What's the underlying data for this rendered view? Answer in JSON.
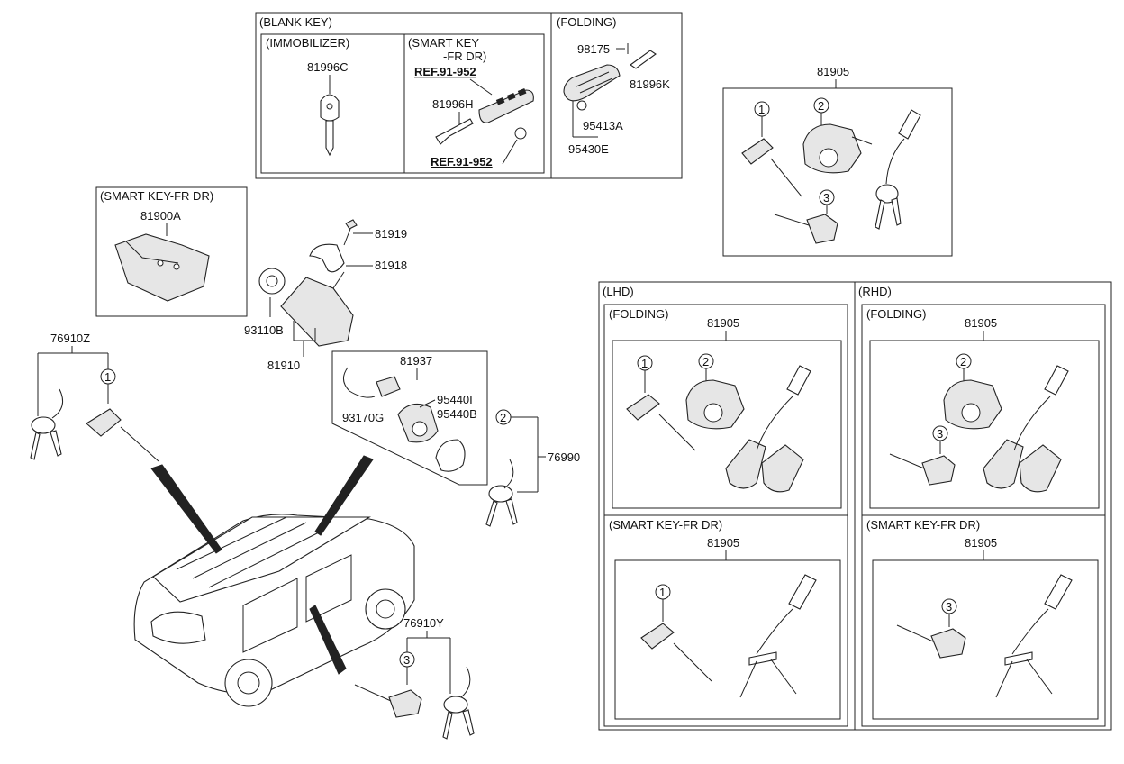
{
  "boxes": {
    "blank_key": "(BLANK KEY)",
    "immobilizer": "(IMMOBILIZER)",
    "smart_key_line1": "(SMART KEY",
    "smart_key_line2": "-FR DR)",
    "folding": "(FOLDING)",
    "smart_key_fr_dr": "(SMART KEY-FR DR)",
    "lhd": "(LHD)",
    "rhd": "(RHD)",
    "lhd_folding": "(FOLDING)",
    "rhd_folding": "(FOLDING)",
    "lhd_smart": "(SMART KEY-FR DR)",
    "rhd_smart": "(SMART KEY-FR DR)"
  },
  "parts": {
    "p81996C": "81996C",
    "ref1": "REF.91-952",
    "p81996H": "81996H",
    "ref2": "REF.91-952",
    "p98175": "98175",
    "p81996K": "81996K",
    "p95413A": "95413A",
    "p95430E": "95430E",
    "p81905_top": "81905",
    "p81900A": "81900A",
    "p81919": "81919",
    "p81918": "81918",
    "p93110B": "93110B",
    "p81910": "81910",
    "p81937": "81937",
    "p93170G": "93170G",
    "p95440I": "95440I",
    "p95440B": "95440B",
    "p76990": "76990",
    "p76910Z": "76910Z",
    "p76910Y": "76910Y",
    "p81905_lhd_fold": "81905",
    "p81905_rhd_fold": "81905",
    "p81905_lhd_smart": "81905",
    "p81905_rhd_smart": "81905"
  },
  "callouts": {
    "one": "1",
    "two": "2",
    "three": "3"
  }
}
